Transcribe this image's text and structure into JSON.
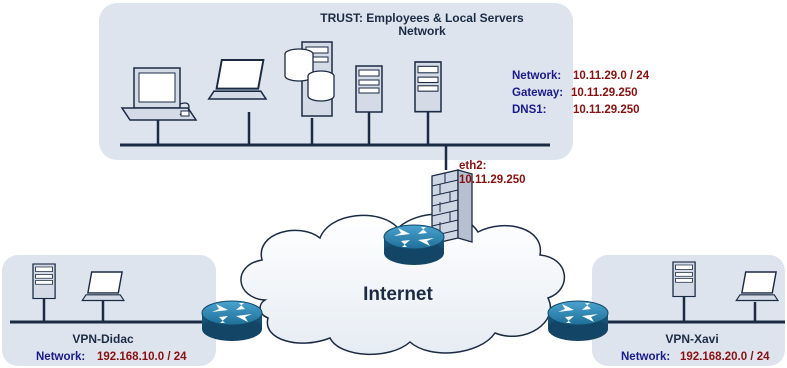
{
  "trust": {
    "title_line1": "TRUST: Employees & Local Servers",
    "title_line2": "Network",
    "network_key": "Network:",
    "network_val": "10.11.29.0 / 24",
    "gateway_key": "Gateway:",
    "gateway_val": "10.11.29.250",
    "dns_key": "DNS1:",
    "dns_val": "10.11.29.250"
  },
  "firewall": {
    "iface": "eth2:",
    "ip": "10.11.29.250"
  },
  "cloud": {
    "label": "Internet"
  },
  "vpn_left": {
    "name": "VPN-Didac",
    "network_key": "Network:",
    "network_val": "192.168.10.0 / 24"
  },
  "vpn_right": {
    "name": "VPN-Xavi",
    "network_key": "Network:",
    "network_val": "192.168.20.0 / 24"
  },
  "colors": {
    "panel": "#dde4ee",
    "key_text": "#1a1a8c",
    "value_text": "#8b1010",
    "router": "#1f6f9a",
    "firewall": "#cfd6e3"
  }
}
